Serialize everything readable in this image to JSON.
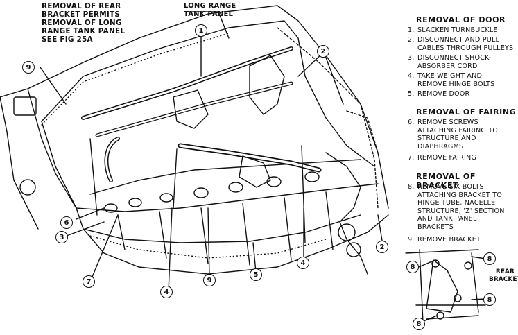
{
  "notes": {
    "rear_bracket": "REMOVAL OF REAR\nBRACKET PERMITS\nREMOVAL OF LONG\nRANGE TANK PANEL\nSEE FIG 25A",
    "long_range": "LONG RANGE\nTANK PANEL"
  },
  "sections": [
    {
      "title": "REMOVAL OF DOOR",
      "steps": [
        {
          "n": "1.",
          "text": "SLACKEN TURNBUCKLE"
        },
        {
          "n": "2.",
          "text": "DISCONNECT AND PULL\nCABLES THROUGH PULLEYS"
        },
        {
          "n": "3.",
          "text": "DISCONNECT SHOCK-\nABSORBER CORD"
        },
        {
          "n": "4.",
          "text": "TAKE WEIGHT AND\nREMOVE HINGE BOLTS"
        },
        {
          "n": "5.",
          "text": "REMOVE DOOR"
        }
      ]
    },
    {
      "title": "REMOVAL OF FAIRING",
      "steps": [
        {
          "n": "6.",
          "text": "REMOVE SCREWS\nATTACHING FAIRING TO\nSTRUCTURE AND\nDIAPHRAGMS"
        },
        {
          "n": "7.",
          "text": "REMOVE FAIRING"
        }
      ]
    },
    {
      "title": "REMOVAL OF BRACKET",
      "steps": [
        {
          "n": "8.",
          "text": "REMOVE SIX BOLTS\nATTACHING BRACKET TO\nHINGE TUBE, NACELLE\nSTRUCTURE, 'Z' SECTION\nAND TANK PANEL\nBRACKETS"
        },
        {
          "n": "9.",
          "text": "REMOVE BRACKET"
        }
      ]
    }
  ],
  "rear_bracket_label": "REAR\nBRACKET",
  "callouts": [
    "1",
    "2",
    "3",
    "4",
    "5",
    "6",
    "7",
    "8",
    "9"
  ]
}
